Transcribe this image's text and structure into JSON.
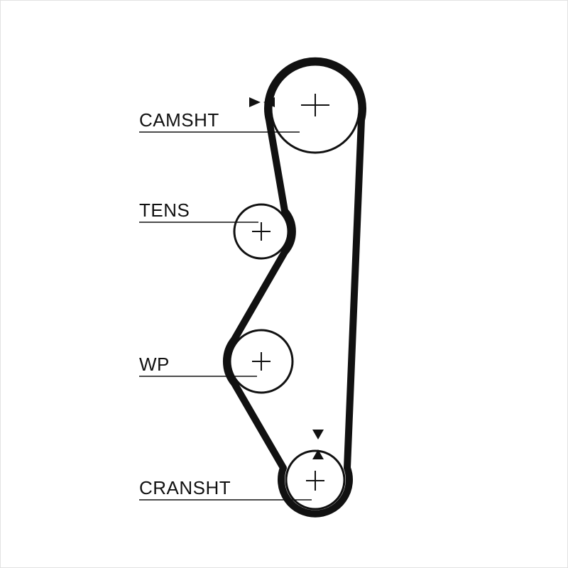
{
  "labels": {
    "camshaft": "CAMSHT",
    "tensioner": "TENS",
    "water_pump": "WP",
    "crankshaft": "CRANSHT"
  },
  "colors": {
    "belt": "#111111",
    "outline": "#111111",
    "text": "#111111",
    "background": "#ffffff"
  }
}
